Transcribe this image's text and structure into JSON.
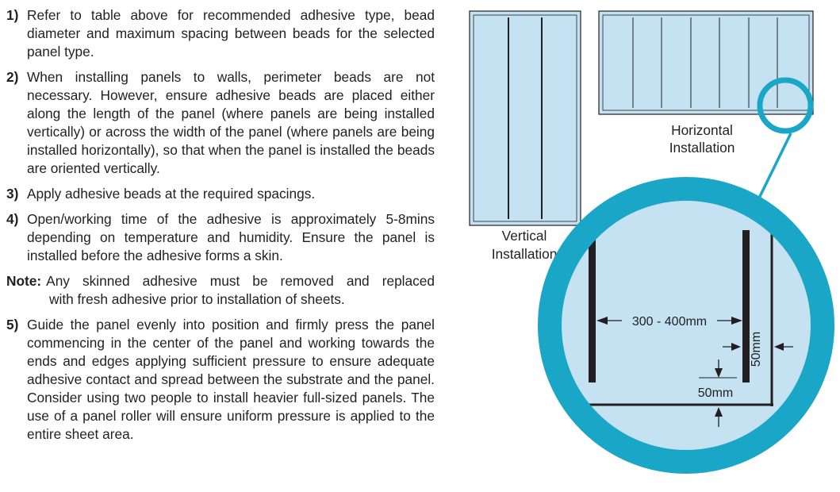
{
  "instructions": [
    {
      "num": "1)",
      "text": "Refer to table above for recommended adhesive type, bead diameter and maximum spacing between beads for the selected panel type."
    },
    {
      "num": "2)",
      "text": "When installing panels to walls, perimeter beads are not necessary. However, ensure adhesive beads are placed either along the length of the panel (where panels are being installed vertically) or across the width of the panel (where panels are being installed horizontally), so that when the panel is installed the beads are oriented vertically."
    },
    {
      "num": "3)",
      "text": "Apply adhesive beads at the required spacings."
    },
    {
      "num": "4)",
      "text": "Open/working time of the adhesive is approximately 5-8mins depending on temperature and humidity. Ensure the panel is installed before the adhesive forms a skin."
    }
  ],
  "note": {
    "label": "Note:",
    "line1": "Any skinned adhesive must be removed and replaced",
    "line2": "with fresh adhesive prior to installation of sheets."
  },
  "step5": {
    "num": "5)",
    "text": "Guide the panel evenly into position and firmly press the panel commencing in the center of the panel and working towards the ends and edges applying sufficient pressure to ensure adequate adhesive contact and spread between the substrate and the panel. Consider using two people to install heavier full-sized panels. The use of a panel roller will ensure uniform pressure is applied to the entire sheet area."
  },
  "diagram": {
    "vertical_label_1": "Vertical",
    "vertical_label_2": "Installation",
    "horizontal_label_1": "Horizontal",
    "horizontal_label_2": "Installation",
    "spacing_label": "300 - 400mm",
    "edge_label_side": "50mm",
    "edge_label_bottom": "50mm",
    "colors": {
      "panel": "#c5e2f2",
      "ring": "#1aa6c6",
      "bead": "#231f20"
    }
  }
}
